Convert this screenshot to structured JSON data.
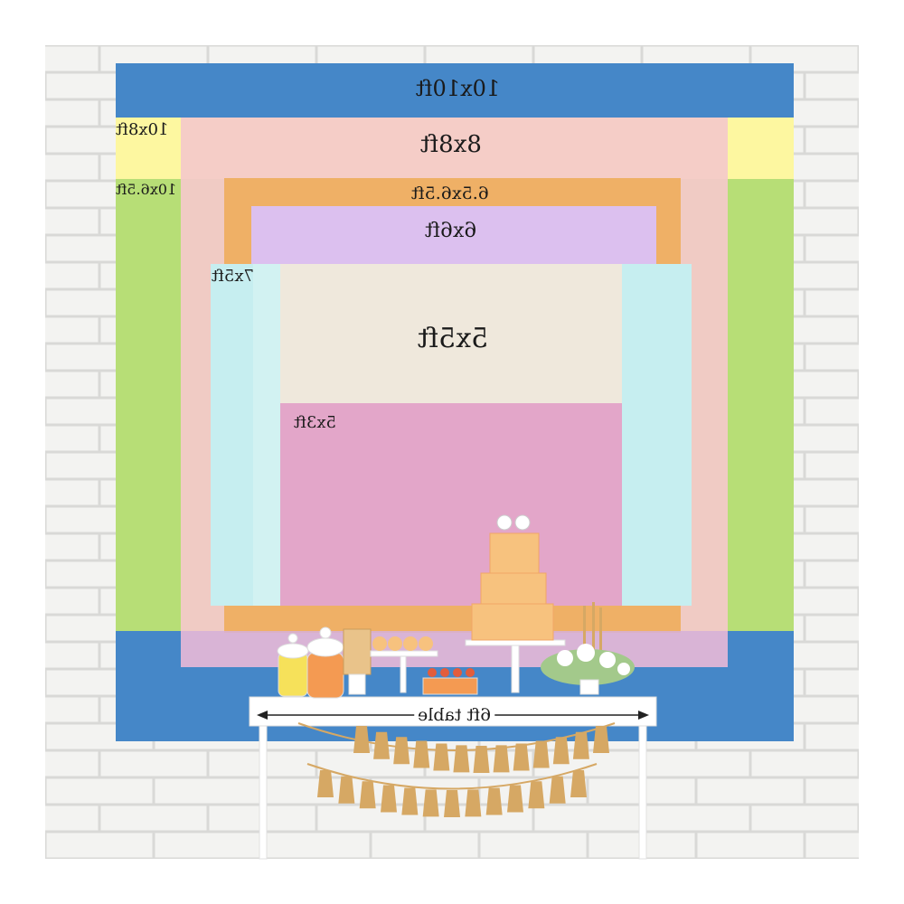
{
  "colors": {
    "wall": "#f3f3f1",
    "mortar": "#dcdcdc",
    "s10x10": "#4587c8",
    "s10x8": "#fdf7a0",
    "s10x65": "#b7de76",
    "s8x8": "#f4c9ca",
    "s65x65": "#efb066",
    "s6x6": "#dcc0ef",
    "s7x5": "#c6eef0",
    "s5x5": "#efe8dc",
    "s5x3": "#e3a6c9",
    "gold": "#d6a864",
    "cake": "#f7c27e",
    "orange": "#f49a52"
  },
  "labels": {
    "s10x10": "10x10ft",
    "s10x8": "10x8ft",
    "s10x65": "10x6.5ft",
    "s8x8": "8x8ft",
    "s65x65": "6.5x6.5ft",
    "s6x6": "6x6ft",
    "s7x5": "7x5ft",
    "s5x5": "5x5ft",
    "s5x3": "5x3ft",
    "table": "6ft table"
  }
}
